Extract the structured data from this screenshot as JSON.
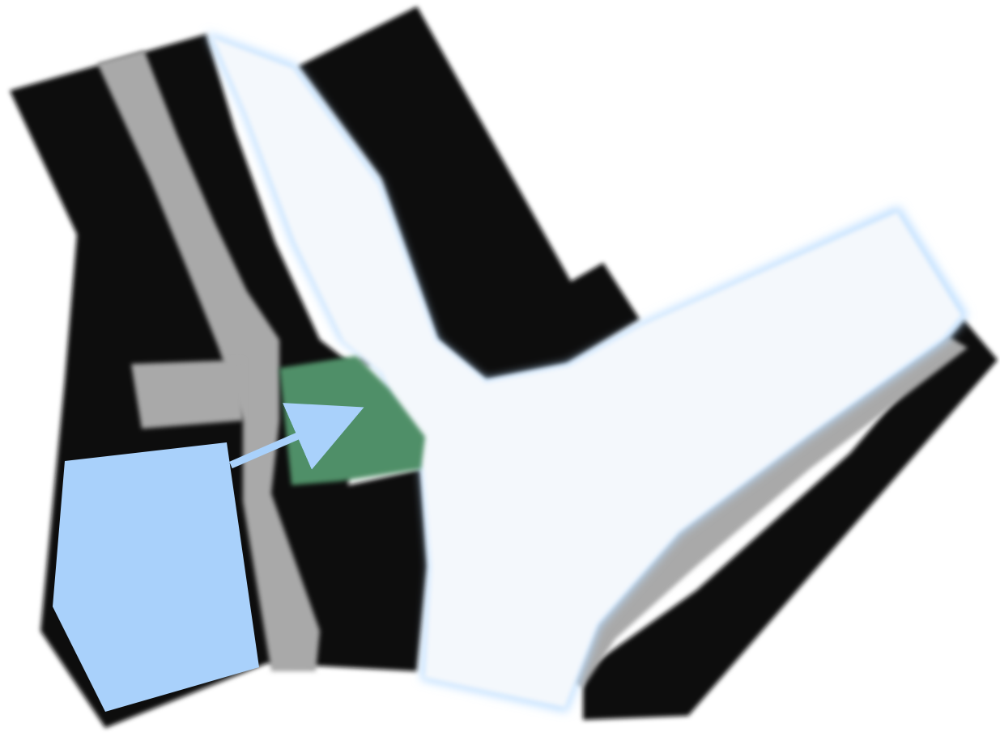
{
  "map": {
    "colors": {
      "background": "#ffffff",
      "building": "#111111",
      "path": "#a9a9a9",
      "open_space": "#f4f8fc",
      "open_space_edge": "#b8dcff",
      "highlight_zone": "#4f8f67",
      "callout": "#a9d1fb",
      "arrow": "#a9d1fb"
    },
    "features": [
      {
        "name": "highlight-zone",
        "kind": "highlighted area"
      },
      {
        "name": "callout-box",
        "kind": "annotation callout"
      },
      {
        "name": "callout-arrow",
        "kind": "pointer arrow"
      }
    ]
  }
}
